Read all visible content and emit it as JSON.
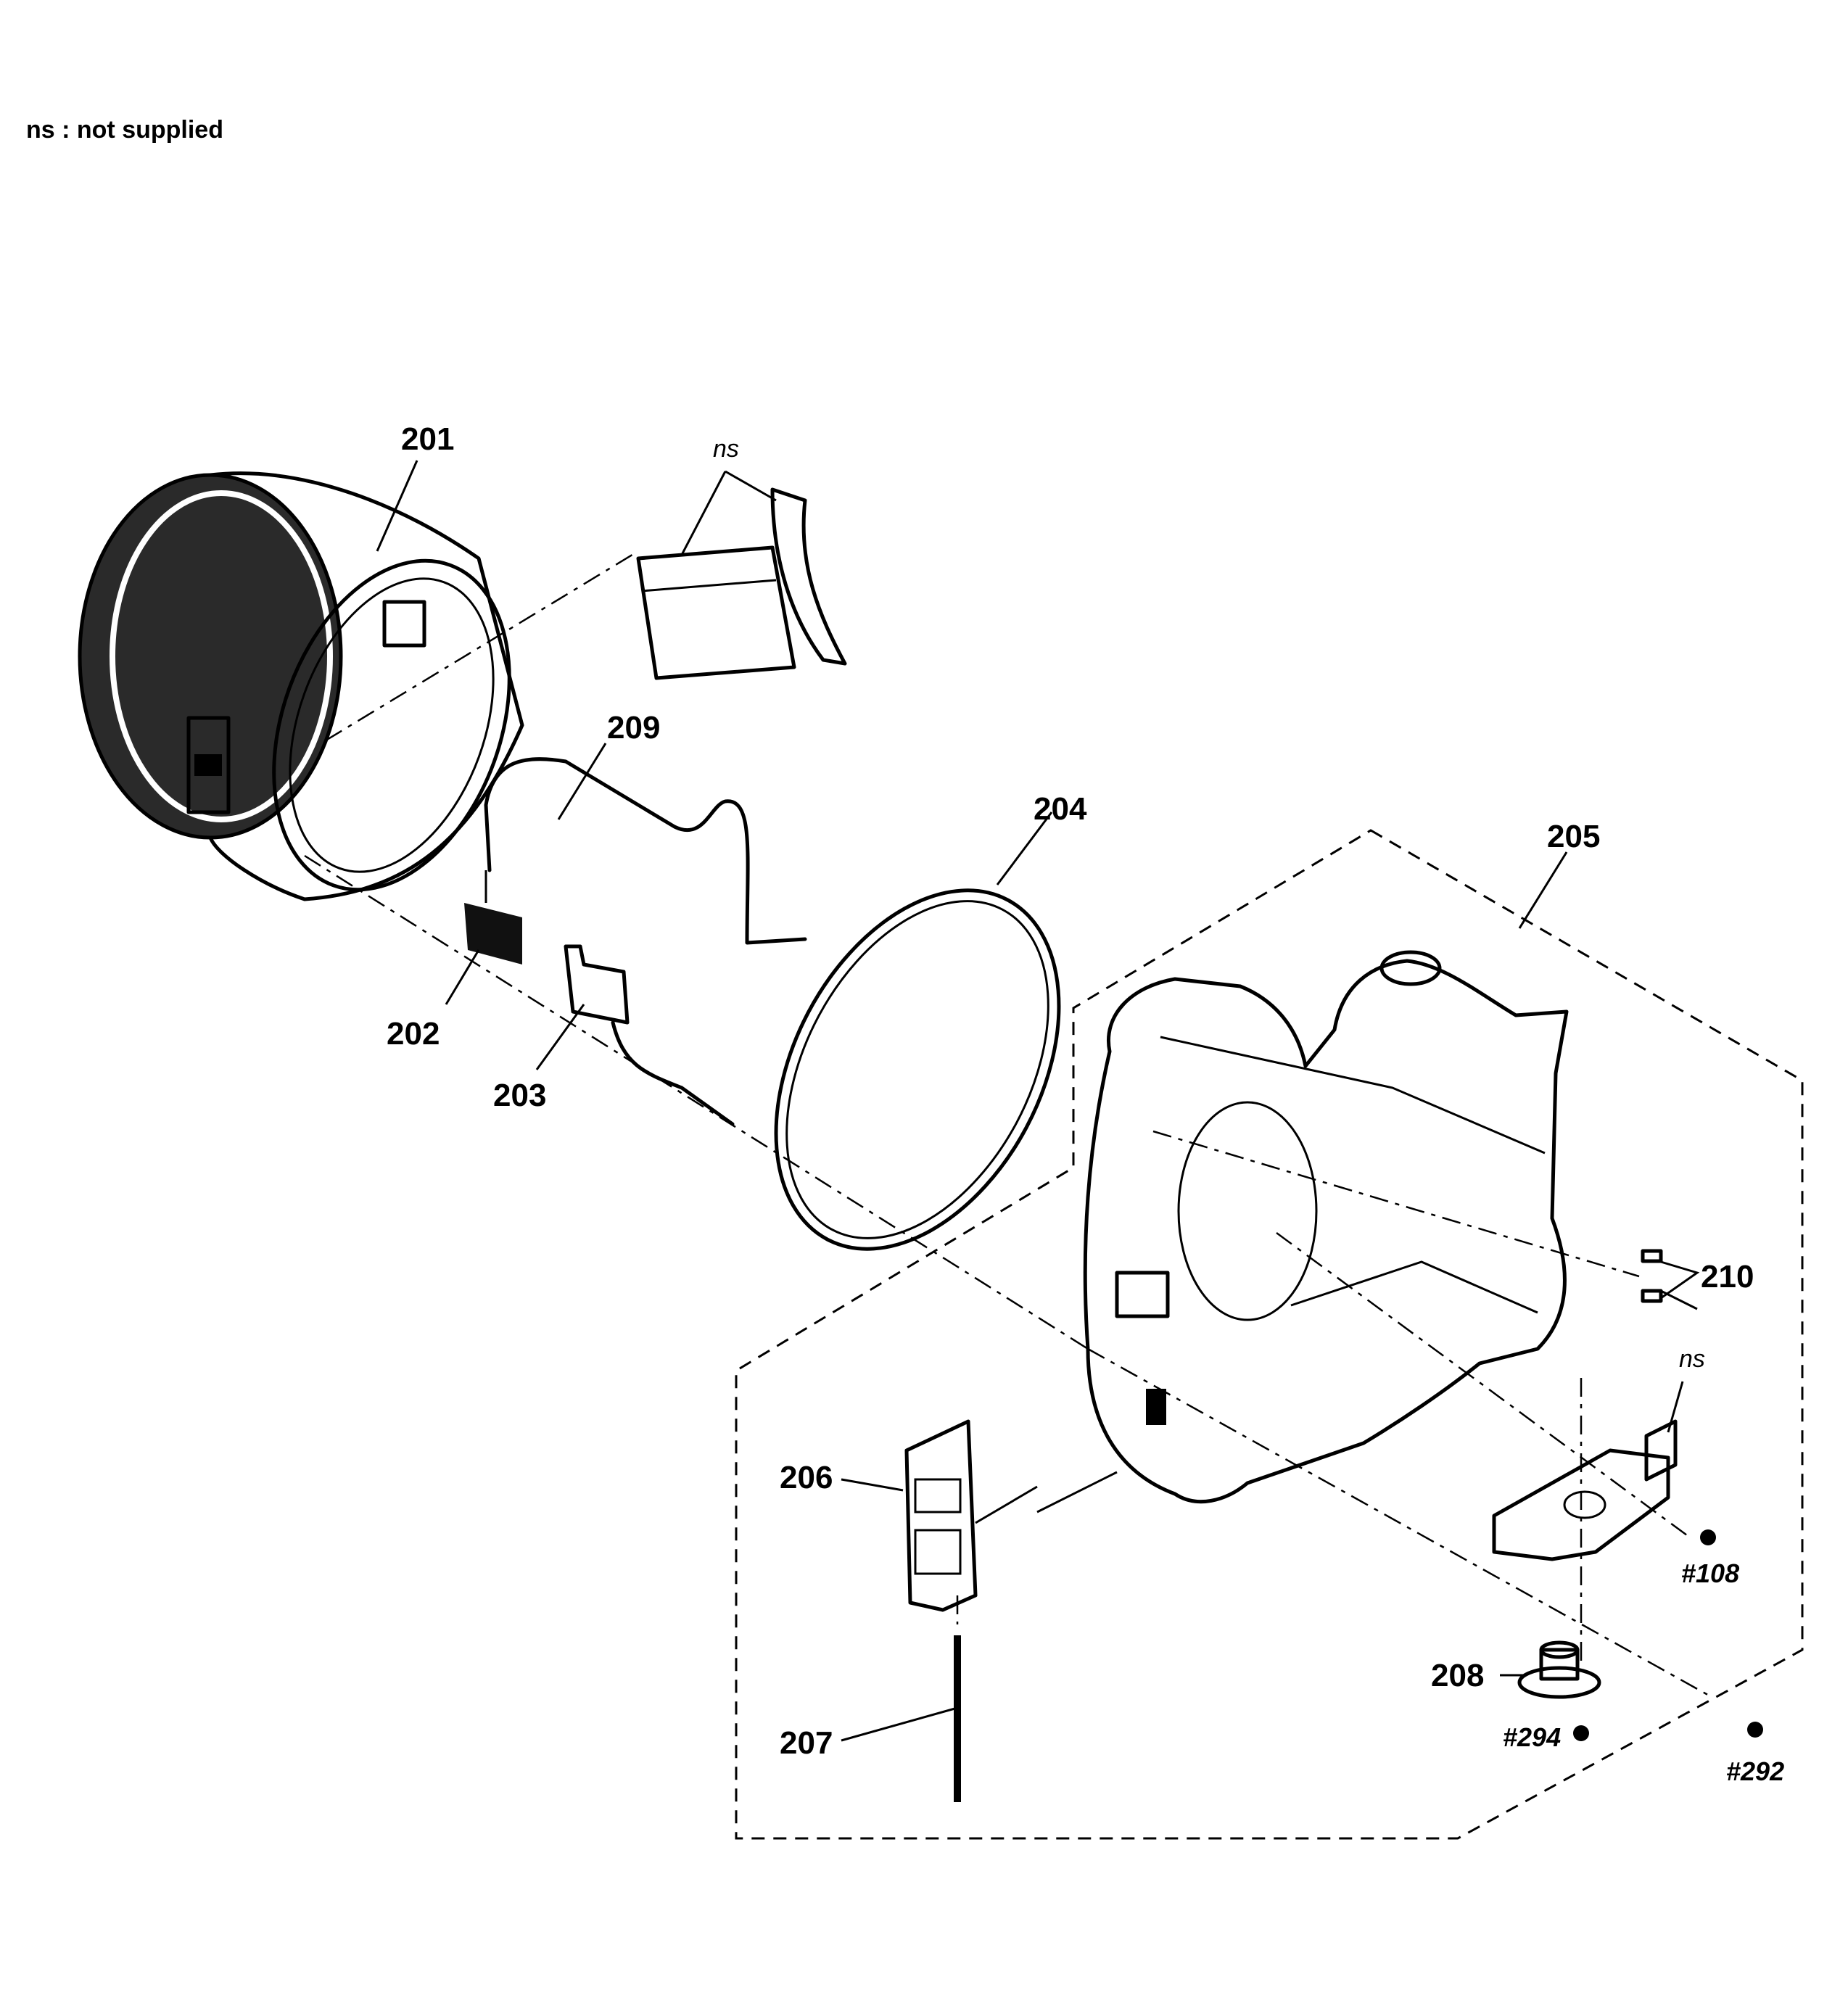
{
  "legend": "ns : not supplied",
  "parts": {
    "p201": "201",
    "p202": "202",
    "p203": "203",
    "p204": "204",
    "p205": "205",
    "p206": "206",
    "p207": "207",
    "p208": "208",
    "p209": "209",
    "p210": "210"
  },
  "screws": {
    "s108": "#108",
    "s292": "#292",
    "s294": "#294"
  },
  "ns_label": "ns"
}
